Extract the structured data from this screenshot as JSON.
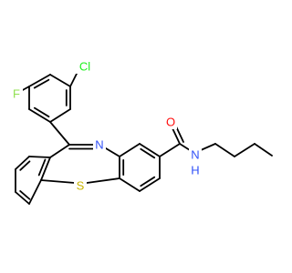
{
  "colors": {
    "background": "#ffffff",
    "bond": "#000000",
    "F": "#90E050",
    "Cl": "#1FF01F",
    "N": "#3050F8",
    "O": "#FF0D0D",
    "S": "#C8B400"
  },
  "molecule": {
    "atoms": {
      "F": "F",
      "Cl": "Cl",
      "N_ring": "N",
      "O": "O",
      "N_amide": "N",
      "H": "H",
      "S": "S"
    }
  }
}
